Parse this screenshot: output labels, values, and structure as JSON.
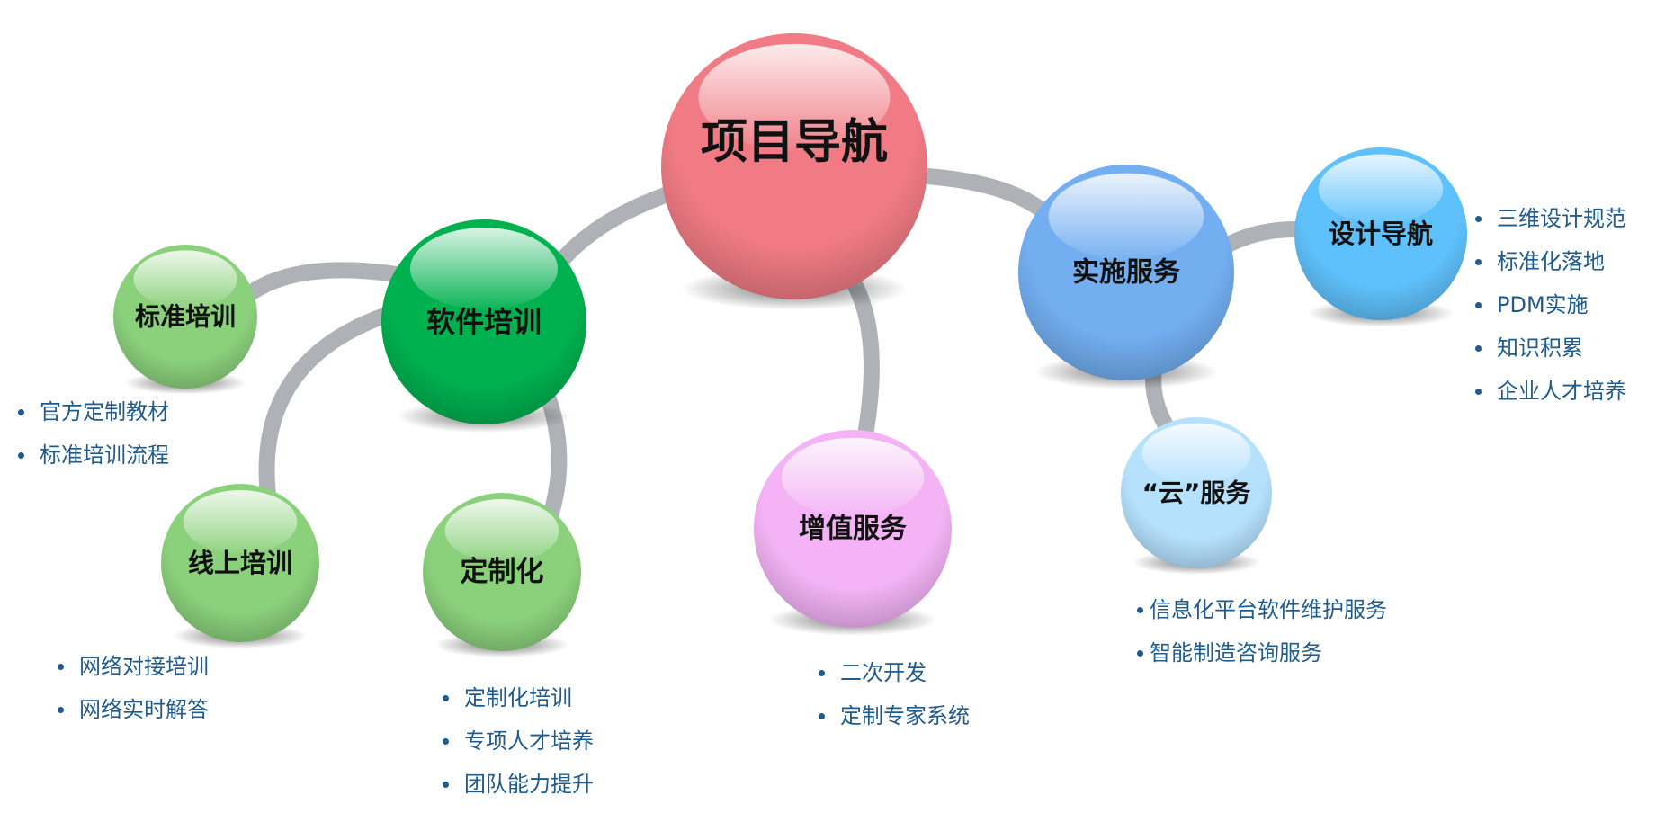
{
  "diagram": {
    "center": {
      "label": "项目导航",
      "color": "#f07b84"
    },
    "branches": [
      {
        "id": "software-training",
        "label": "软件培训",
        "color": "#00b14f",
        "children": [
          {
            "id": "standard-training",
            "label": "标准培训",
            "color": "#8bd17c",
            "items": [
              "官方定制教材",
              "标准培训流程"
            ]
          },
          {
            "id": "online-training",
            "label": "线上培训",
            "color": "#8bd17c",
            "items": [
              "网络对接培训",
              "网络实时解答"
            ]
          },
          {
            "id": "customization",
            "label": "定制化",
            "color": "#8bd17c",
            "items": [
              "定制化培训",
              "专项人才培养",
              "团队能力提升"
            ]
          }
        ]
      },
      {
        "id": "value-added-services",
        "label": "增值服务",
        "color": "#f3b3f5",
        "items": [
          "二次开发",
          "定制专家系统"
        ]
      },
      {
        "id": "implementation-services",
        "label": "实施服务",
        "color": "#72aef0",
        "children": [
          {
            "id": "design-navigation",
            "label": "设计导航",
            "color": "#5fc1fb",
            "items": [
              "三维设计规范",
              "标准化落地",
              "PDM实施",
              "知识积累",
              "企业人才培养"
            ]
          },
          {
            "id": "cloud-services",
            "label": "“云”服务",
            "color": "#b5e1fd",
            "items": [
              "信息化平台软件维护服务",
              "智能制造咨询服务"
            ]
          }
        ]
      }
    ]
  }
}
